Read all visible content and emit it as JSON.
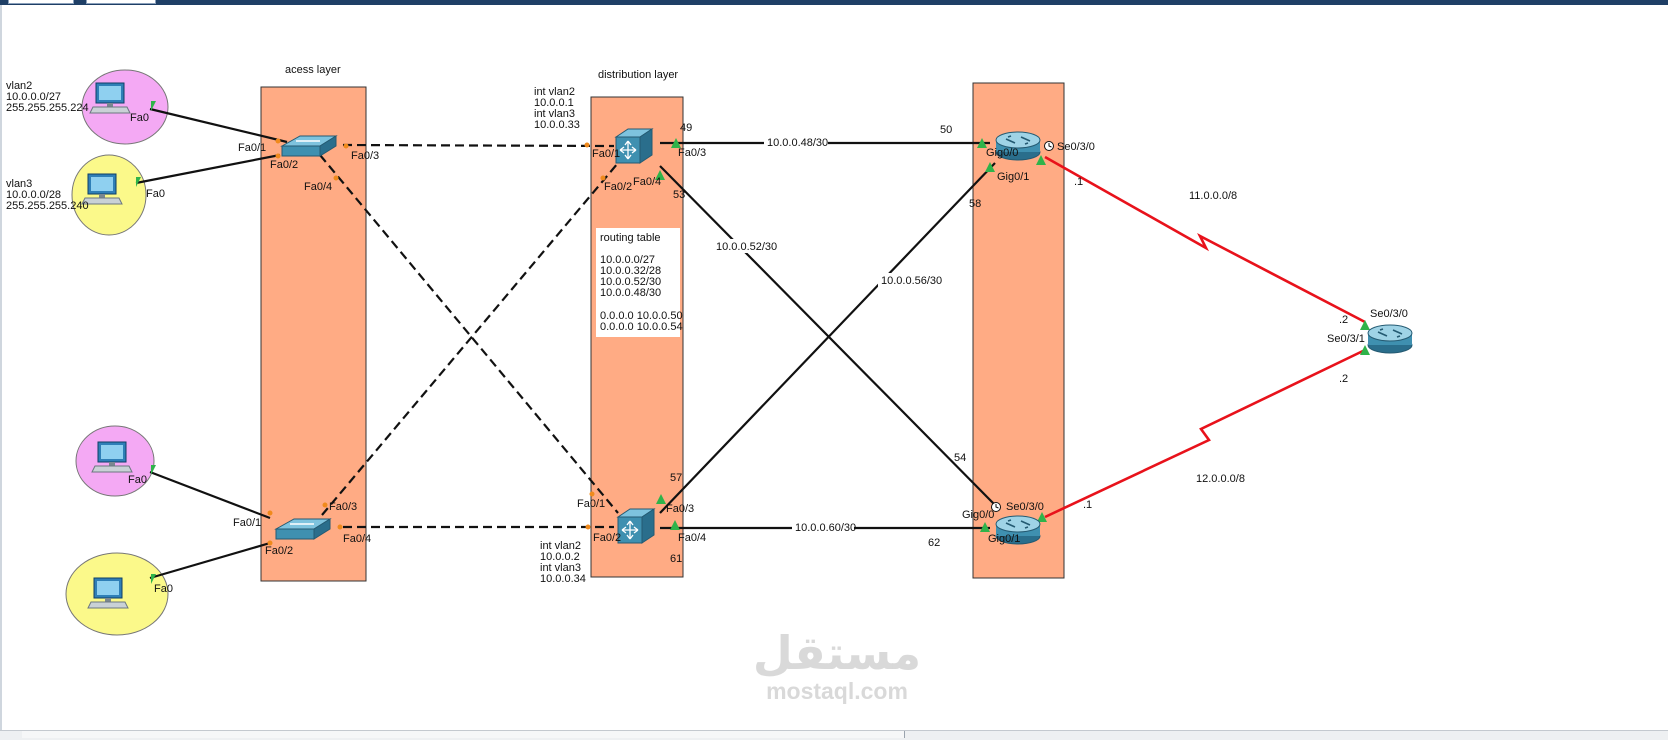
{
  "layers": {
    "access": "acess layer",
    "distribution": "distribution layer"
  },
  "pcs": {
    "pc1": {
      "info": [
        "vlan2",
        "10.0.0.0/27",
        "255.255.255.224"
      ],
      "port": "Fa0"
    },
    "pc2": {
      "info": [
        "vlan3",
        "10.0.0.0/28",
        "255.255.255.240"
      ],
      "port": "Fa0"
    },
    "pc3": {
      "port": "Fa0"
    },
    "pc4": {
      "port": "Fa0"
    }
  },
  "access_switch_top": {
    "ports": [
      "Fa0/1",
      "Fa0/2",
      "Fa0/3",
      "Fa0/4"
    ]
  },
  "access_switch_bottom": {
    "ports": [
      "Fa0/1",
      "Fa0/2",
      "Fa0/3",
      "Fa0/4"
    ]
  },
  "ml_switch_top": {
    "svi": [
      "int vlan2",
      "10.0.0.1",
      "int vlan3",
      "10.0.0.33"
    ],
    "ports": [
      "Fa0/1",
      "Fa0/2",
      "Fa0/3",
      "Fa0/4"
    ],
    "host_ids": [
      "49",
      "53"
    ]
  },
  "ml_switch_bottom": {
    "svi": [
      "int vlan2",
      "10.0.0.2",
      "int vlan3",
      "10.0.0.34"
    ],
    "ports": [
      "Fa0/1",
      "Fa0/2",
      "Fa0/3",
      "Fa0/4"
    ],
    "host_ids": [
      "57",
      "61"
    ]
  },
  "routing_table": {
    "title": "routing table",
    "routes": [
      "10.0.0.0/27",
      "10.0.0.32/28",
      "10.0.0.52/30",
      "10.0.0.48/30"
    ],
    "defaults": [
      "0.0.0.0 10.0.0.50",
      "0.0.0.0 10.0.0.54"
    ]
  },
  "subnets": {
    "top_link": "10.0.0.48/30",
    "cross_a": "10.0.0.52/30",
    "cross_b": "10.0.0.56/30",
    "bottom_link": "10.0.0.60/30",
    "wan_top": "11.0.0.0/8",
    "wan_bottom": "12.0.0.0/8"
  },
  "router_top": {
    "ports": [
      "Gig0/0",
      "Gig0/1",
      "Se0/3/0"
    ],
    "host_ids": [
      "50",
      "58",
      ".1"
    ]
  },
  "router_bottom": {
    "ports": [
      "Gig0/0",
      "Gig0/1",
      "Se0/3/0"
    ],
    "host_ids": [
      "54",
      "62",
      ".1"
    ]
  },
  "router_isp": {
    "ports": [
      "Se0/3/0",
      "Se0/3/1"
    ],
    "host_ids": [
      ".2",
      ".2"
    ]
  },
  "watermark": {
    "logo": "مستقل",
    "url": "mostaql.com"
  },
  "colors": {
    "layer_fill": "#ffab84",
    "serial_link": "#e8121b",
    "pc_vlan2": "#f4a9f4",
    "pc_vlan3": "#fbf98a",
    "port_up": "#2fb34a",
    "port_blocked": "#f08a1c",
    "device_blue": "#3f90b0"
  },
  "icons": [
    "pc-icon",
    "switch-icon",
    "multilayer-switch-icon",
    "router-icon",
    "clock-icon"
  ]
}
